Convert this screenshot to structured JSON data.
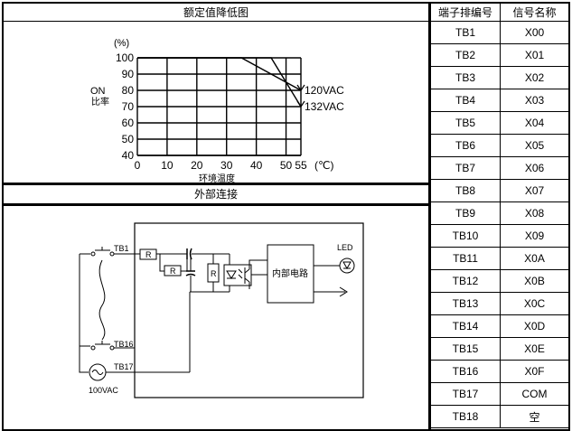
{
  "derating": {
    "title": "额定值降低图",
    "y_unit": "(%)",
    "y_label_1": "ON",
    "y_label_2": "比率",
    "x_unit": "(℃)",
    "x_label": "环境温度",
    "y_ticks": [
      "100",
      "90",
      "80",
      "70",
      "60",
      "50",
      "40"
    ],
    "x_ticks": [
      "0",
      "10",
      "20",
      "30",
      "40",
      "50",
      "55"
    ],
    "curve_labels": [
      "120VAC",
      "132VAC"
    ]
  },
  "chart_data": {
    "type": "line",
    "title": "额定值降低图",
    "xlabel": "环境温度",
    "ylabel": "ON 比率 (%)",
    "xlim": [
      0,
      55
    ],
    "ylim": [
      40,
      100
    ],
    "series": [
      {
        "name": "120VAC",
        "x": [
          0,
          35,
          55
        ],
        "y": [
          100,
          100,
          80
        ]
      },
      {
        "name": "132VAC",
        "x": [
          0,
          45,
          55
        ],
        "y": [
          100,
          100,
          70
        ]
      }
    ]
  },
  "connection": {
    "title": "外部连接",
    "tb_first": "TB1",
    "tb_last_input": "TB16",
    "tb_common": "TB17",
    "supply": "100VAC",
    "resistor": "R",
    "led": "LED",
    "internal_circuit": "内部电路"
  },
  "terminal_table": {
    "headers": [
      "端子排编号",
      "信号名称"
    ],
    "rows": [
      [
        "TB1",
        "X00"
      ],
      [
        "TB2",
        "X01"
      ],
      [
        "TB3",
        "X02"
      ],
      [
        "TB4",
        "X03"
      ],
      [
        "TB5",
        "X04"
      ],
      [
        "TB6",
        "X05"
      ],
      [
        "TB7",
        "X06"
      ],
      [
        "TB8",
        "X07"
      ],
      [
        "TB9",
        "X08"
      ],
      [
        "TB10",
        "X09"
      ],
      [
        "TB11",
        "X0A"
      ],
      [
        "TB12",
        "X0B"
      ],
      [
        "TB13",
        "X0C"
      ],
      [
        "TB14",
        "X0D"
      ],
      [
        "TB15",
        "X0E"
      ],
      [
        "TB16",
        "X0F"
      ],
      [
        "TB17",
        "COM"
      ],
      [
        "TB18",
        "空"
      ]
    ]
  }
}
